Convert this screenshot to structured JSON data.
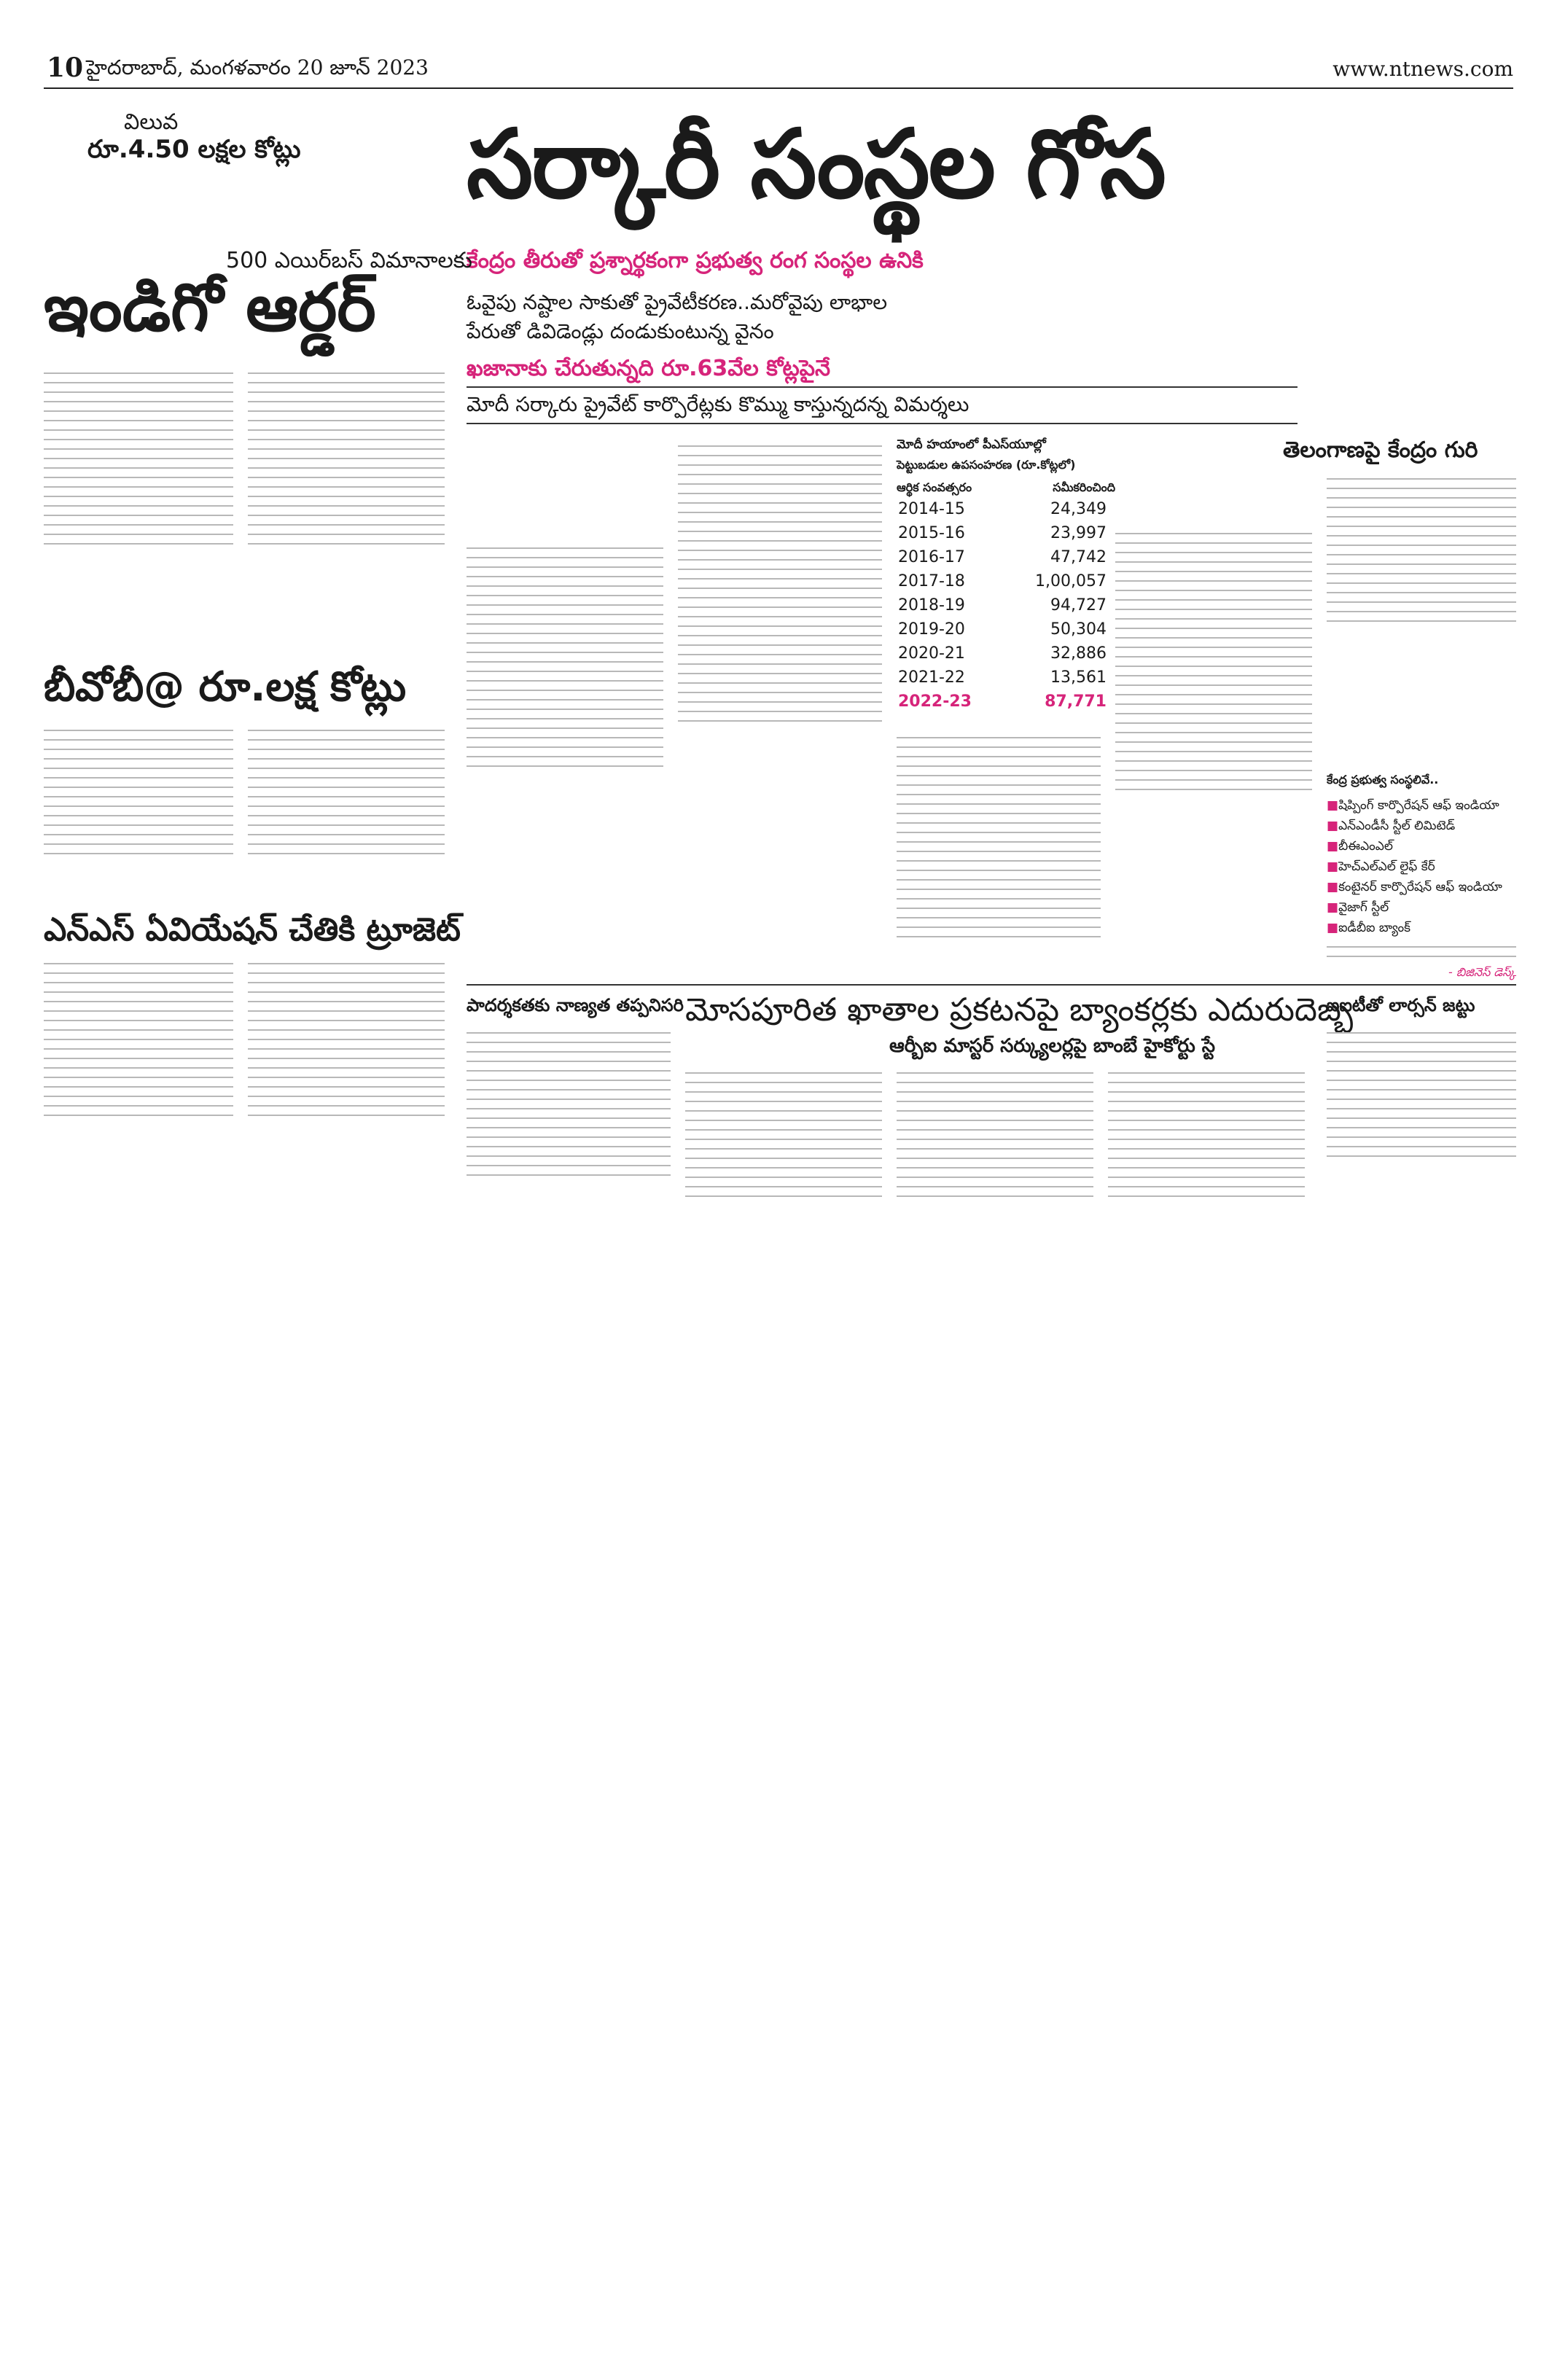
{
  "header": {
    "page_no": "10",
    "dateline": "హైదరాబాద్, మంగళవారం 20 జూన్ 2023",
    "site": "www.ntnews.com"
  },
  "value_box": {
    "label": "విలువ",
    "amount": "రూ.4.50 లక్షల కోట్లు"
  },
  "lead": {
    "headline": "సర్కారీ సంస్థల గోస",
    "subhead": "కేంద్రం తీరుతో ప్రశ్నార్థకంగా ప్రభుత్వ రంగ సంస్థల ఉనికి",
    "line1": "ఓవైపు నష్టాల సాకుతో ప్రైవేటీకరణ..మరోవైపు లాభాల",
    "line2": "పేరుతో డివిడెండ్లు దండుకుంటున్న వైనం",
    "line3": "ఖజానాకు చేరుతున్నది రూ.63వేల కోట్లపైనే",
    "line4": "మోదీ సర్కారు ప్రైవేట్ కార్పొరేట్లకు కొమ్ము కాస్తున్నదన్న విమర్శలు"
  },
  "indigo": {
    "kicker": "500 ఎయిర్‌బస్ విమానాలకు",
    "headline": "ఇండిగో ఆర్డర్"
  },
  "bob": {
    "headline": "బీవోబీ@ రూ.లక్ష కోట్లు"
  },
  "trujet": {
    "headline": "ఎన్ఎస్ ఏవియేషన్ చేతికి ట్రూజెట్"
  },
  "table": {
    "title": "మోదీ హయాంలో పీఎస్‌యూల్లో",
    "subtitle": "పెట్టుబడుల ఉపసంహరణ (రూ.కోట్లలో)",
    "col_year": "ఆర్థిక సంవత్సరం",
    "col_amount": "సమీకరించింది",
    "rows": [
      {
        "year": "2014-15",
        "amount": "24,349"
      },
      {
        "year": "2015-16",
        "amount": "23,997"
      },
      {
        "year": "2016-17",
        "amount": "47,742"
      },
      {
        "year": "2017-18",
        "amount": "1,00,057"
      },
      {
        "year": "2018-19",
        "amount": "94,727"
      },
      {
        "year": "2019-20",
        "amount": "50,304"
      },
      {
        "year": "2020-21",
        "amount": "32,886"
      },
      {
        "year": "2021-22",
        "amount": "13,561"
      },
      {
        "year": "2022-23",
        "amount": "87,771"
      }
    ]
  },
  "telangana": {
    "headline": "తెలంగాణపై కేంద్రం గురి"
  },
  "plants": {
    "title": "కేంద్ర ప్రభుత్వ సంస్థలివే..",
    "items": [
      "షిప్పింగ్ కార్పొరేషన్ ఆఫ్ ఇండియా",
      "ఎన్ఎండీసీ స్టీల్ లిమిటెడ్",
      "బీఈఎంఎల్",
      "హెచ్ఎల్ఎల్ లైఫ్ కేర్",
      "కంటైనర్ కార్పొరేషన్ ఆఫ్ ఇండియా",
      "వైజాగ్ స్టీల్",
      "ఐడీబీఐ బ్యాంక్"
    ],
    "byline": "- బిజినెస్ డెస్క్"
  },
  "stories": {
    "sebi": "పాదర్శకతకు నాణ్యత తప్పనిసరి",
    "bank_headline": "మోసపూరిత ఖాతాల ప్రకటనపై బ్యాంకర్లకు ఎదురుదెబ్బ",
    "bank_sub": "ఆర్బీఐ మాస్టర్ సర్క్యులర్లపై బాంబే హైకోర్టు స్టే",
    "lt": "ఐఐటీతో లార్సన్ జట్టు"
  }
}
